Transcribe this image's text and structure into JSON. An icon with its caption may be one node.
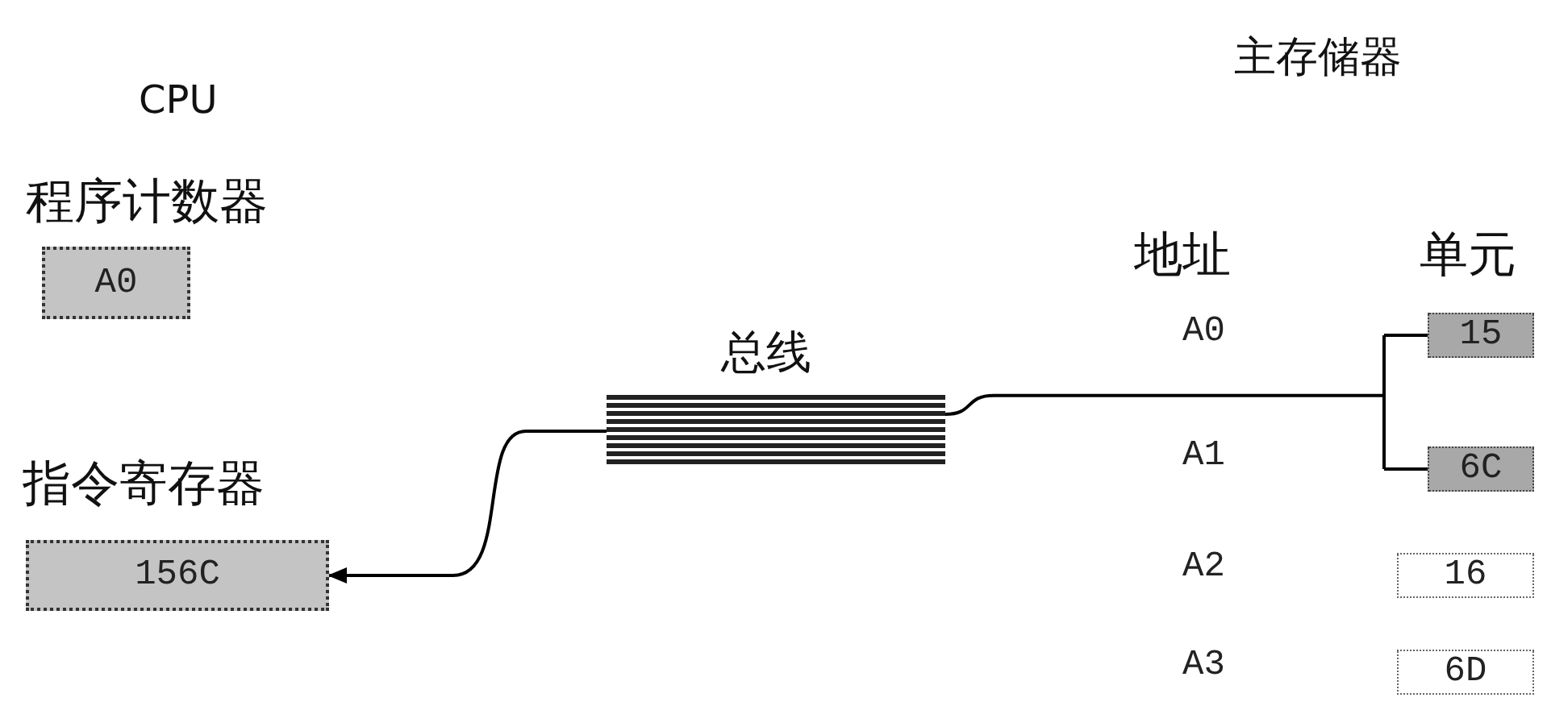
{
  "diagram": {
    "nodes": [
      {
        "text": [
          "程序计数器",
          "A0"
        ]
      },
      {
        "text": [
          "指令寄存器",
          "156C"
        ]
      },
      {
        "text": [
          "总线"
        ]
      },
      {
        "text": [
          "15"
        ]
      },
      {
        "text": [
          "6C"
        ]
      },
      {
        "text": [
          "16"
        ]
      },
      {
        "text": [
          "6D"
        ]
      }
    ],
    "edges": [
      {
        "from": 2,
        "to": 1,
        "arrow": "to"
      },
      {
        "from": 3,
        "to": 2,
        "arrow": "none"
      },
      {
        "from": 4,
        "to": 2,
        "arrow": "none"
      }
    ],
    "labels": [
      "CPU",
      "主存储器",
      "地址",
      "单元",
      "A0",
      "A1",
      "A2",
      "A3"
    ]
  }
}
